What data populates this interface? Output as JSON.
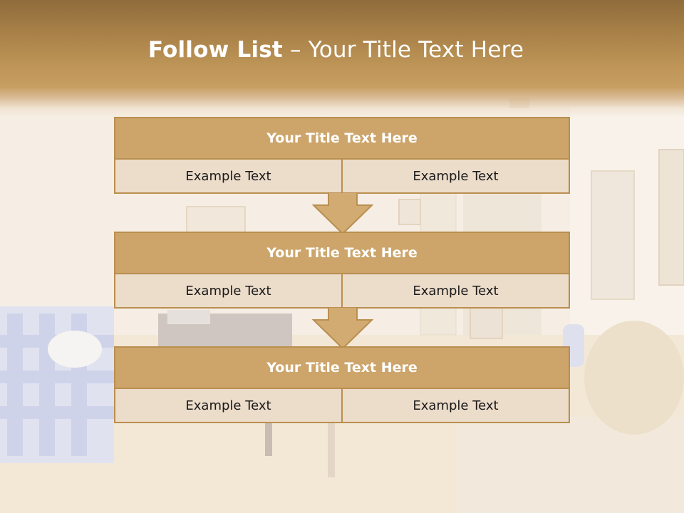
{
  "slide": {
    "title_bold": "Follow List",
    "title_sep": " – ",
    "title_rest": "Your Title Text Here"
  },
  "steps": [
    {
      "title": "Your Title Text Here",
      "left": "Example Text",
      "right": "Example Text"
    },
    {
      "title": "Your Title Text Here",
      "left": "Example Text",
      "right": "Example Text"
    },
    {
      "title": "Your Title Text Here",
      "left": "Example Text",
      "right": "Example Text"
    }
  ],
  "colors": {
    "header_brown": "#a57e46",
    "box_head": "#cda56b",
    "box_border": "#b98f4f",
    "box_cell": "#ecdcca",
    "arrow_fill": "#d2ab72"
  }
}
